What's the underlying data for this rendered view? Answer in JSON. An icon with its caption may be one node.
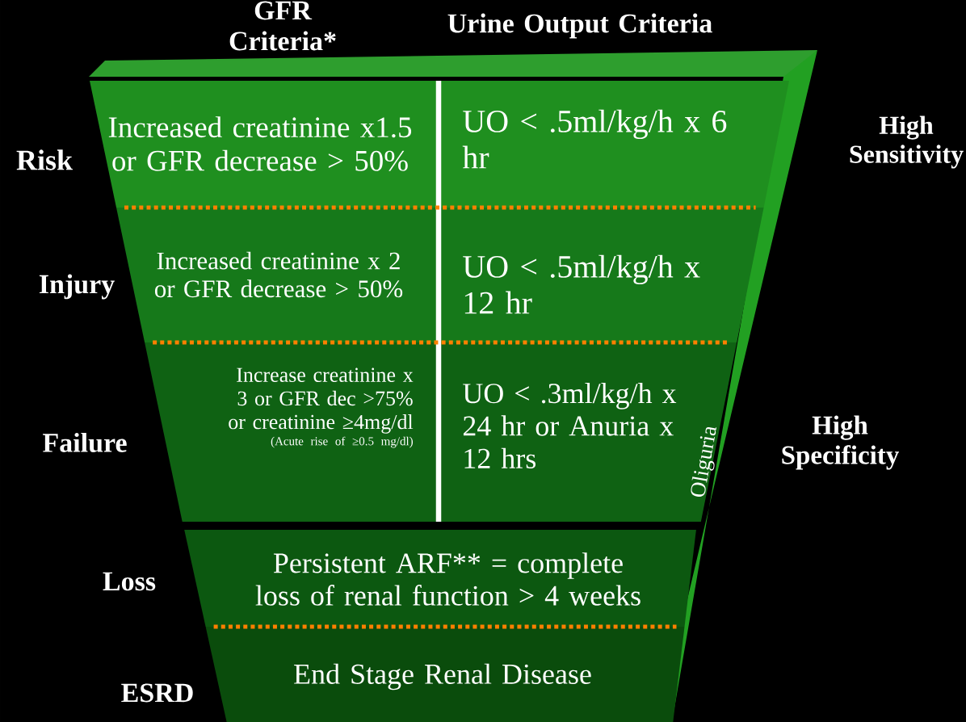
{
  "diagram": {
    "nodes": [
      {
        "text": [
          "Increased creatinine x1.5 or GFR decrease > 50%"
        ]
      },
      {
        "text": [
          "UO < .5ml/kg/h x 6 hr"
        ]
      },
      {
        "text": [
          "Increased creatinine x 2 or GFR decrease > 50%"
        ]
      },
      {
        "text": [
          "UO < .5ml/kg/h x 12 hr"
        ]
      },
      {
        "text": [
          "Increase creatinine x 3 or GFR dec >75% or creatinine ≥4mg/dl",
          "(Acute rise of ≥0.5 mg/dl)"
        ]
      },
      {
        "text": [
          "UO < .3ml/kg/h x 24 hr or Anuria x 12 hrs"
        ]
      },
      {
        "text": [
          "Persistent ARF** = complete loss of renal function > 4 weeks"
        ]
      },
      {
        "text": [
          "End Stage Renal Disease"
        ]
      }
    ],
    "labels": [
      "GFR Criteria*",
      "Urine Output Criteria",
      "Risk",
      "High Sensitivity",
      "Injury",
      "Failure",
      "High Specificity",
      "Oliguria",
      "Loss",
      "ESRD"
    ]
  }
}
